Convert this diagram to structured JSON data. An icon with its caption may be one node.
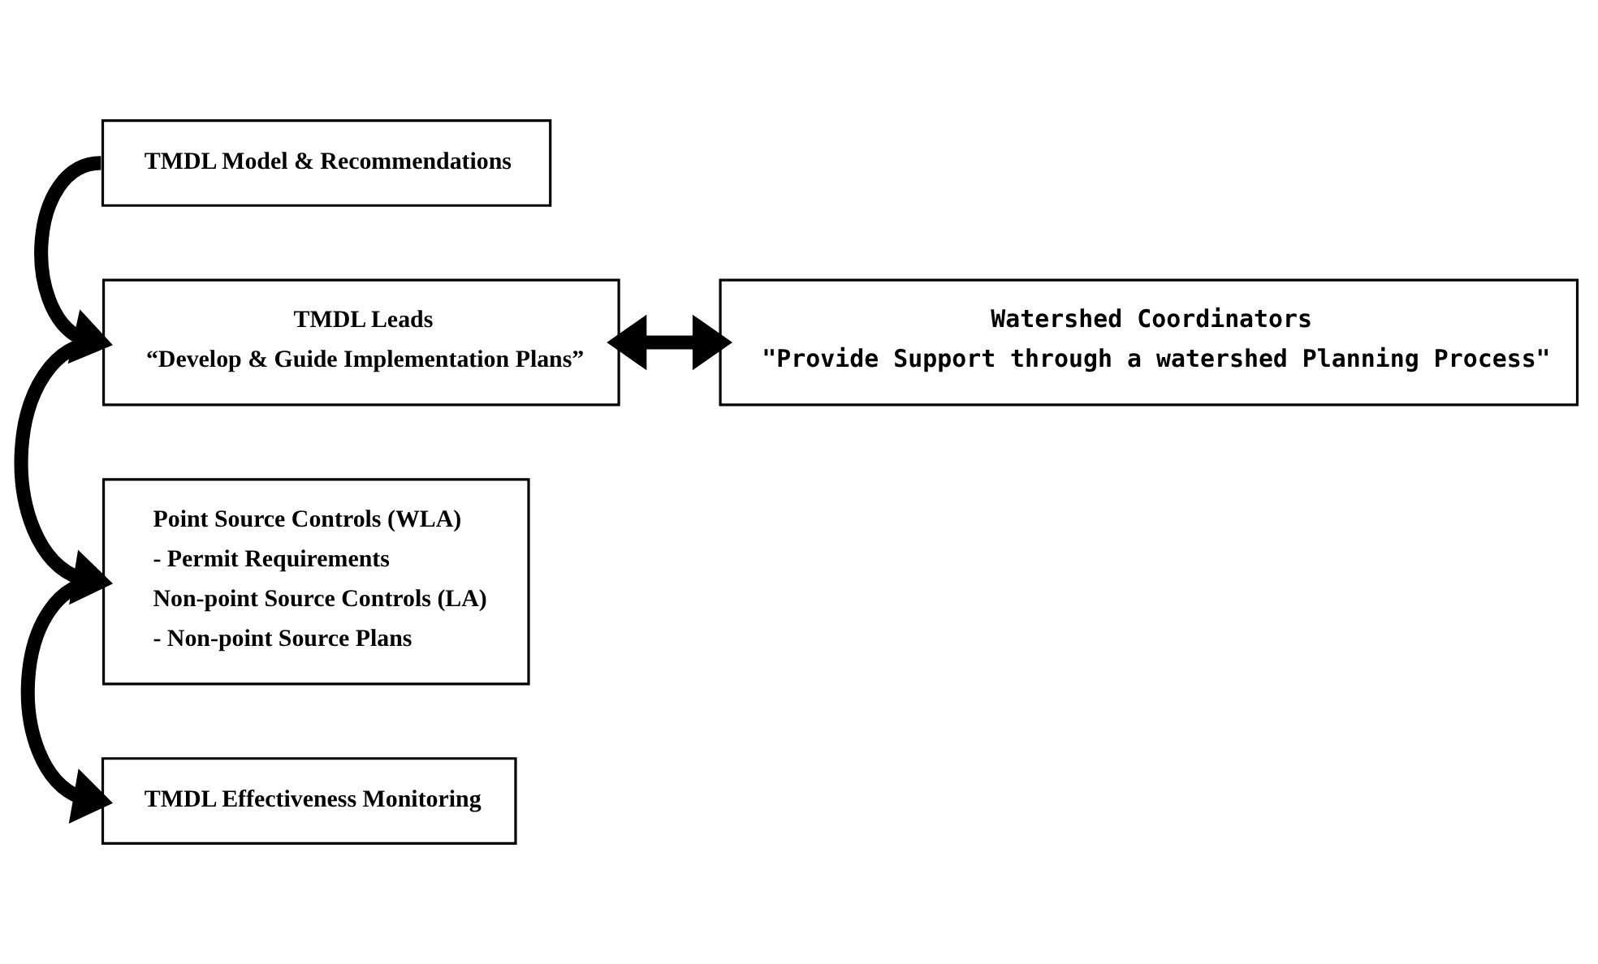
{
  "diagram": {
    "nodes": [
      {
        "text": [
          "TMDL Model & Recommendations"
        ]
      },
      {
        "text": [
          "TMDL Leads",
          "“Develop & Guide Implementation Plans”"
        ]
      },
      {
        "text": [
          "Watershed Coordinators",
          "\"Provide Support through a watershed Planning Process\""
        ]
      },
      {
        "text": [
          "Point Source Controls (WLA)",
          "- Permit Requirements",
          "Non-point Source Controls (LA)",
          "- Non-point Source Plans"
        ]
      },
      {
        "text": [
          "TMDL Effectiveness Monitoring"
        ]
      }
    ],
    "edges": [
      {
        "from": 0,
        "to": 1,
        "arrow": "to"
      },
      {
        "from": 1,
        "to": 2,
        "arrow": "both"
      },
      {
        "from": 1,
        "to": 3,
        "arrow": "to"
      },
      {
        "from": 3,
        "to": 4,
        "arrow": "to"
      }
    ]
  }
}
